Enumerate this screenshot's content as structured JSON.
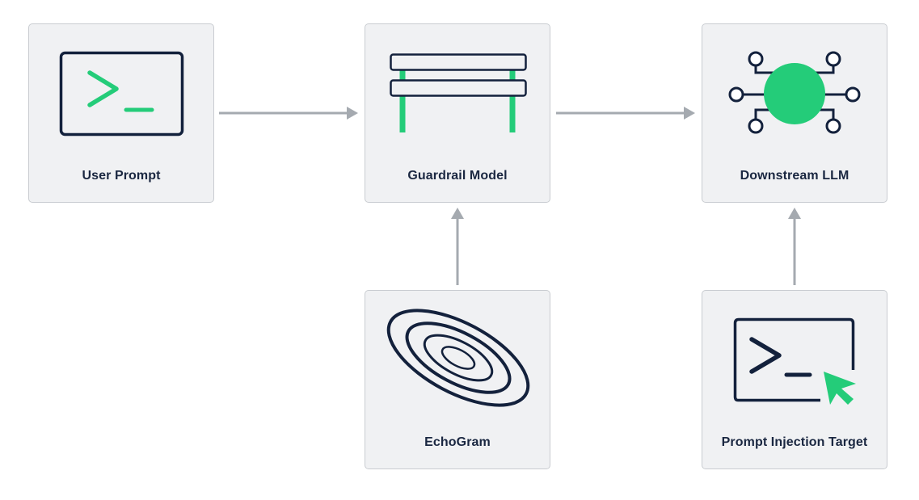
{
  "diagram": {
    "nodes": {
      "user_prompt": {
        "label": "User Prompt",
        "icon": "terminal-prompt-icon"
      },
      "guardrail_model": {
        "label": "Guardrail Model",
        "icon": "guardrail-fence-icon"
      },
      "downstream_llm": {
        "label": "Downstream LLM",
        "icon": "neural-network-icon"
      },
      "echogram": {
        "label": "EchoGram",
        "icon": "concentric-ellipses-icon"
      },
      "prompt_injection_target": {
        "label": "Prompt Injection Target",
        "icon": "terminal-cursor-icon"
      }
    },
    "edges": [
      {
        "from": "User Prompt",
        "to": "Guardrail Model"
      },
      {
        "from": "Guardrail Model",
        "to": "Downstream LLM"
      },
      {
        "from": "EchoGram",
        "to": "Guardrail Model"
      },
      {
        "from": "Prompt Injection Target",
        "to": "Downstream LLM"
      }
    ],
    "colors": {
      "navy": "#13213c",
      "green": "#24cc79",
      "box_fill": "#f0f1f3",
      "box_border": "#c9ccd1",
      "arrow": "#a5aab0"
    }
  }
}
